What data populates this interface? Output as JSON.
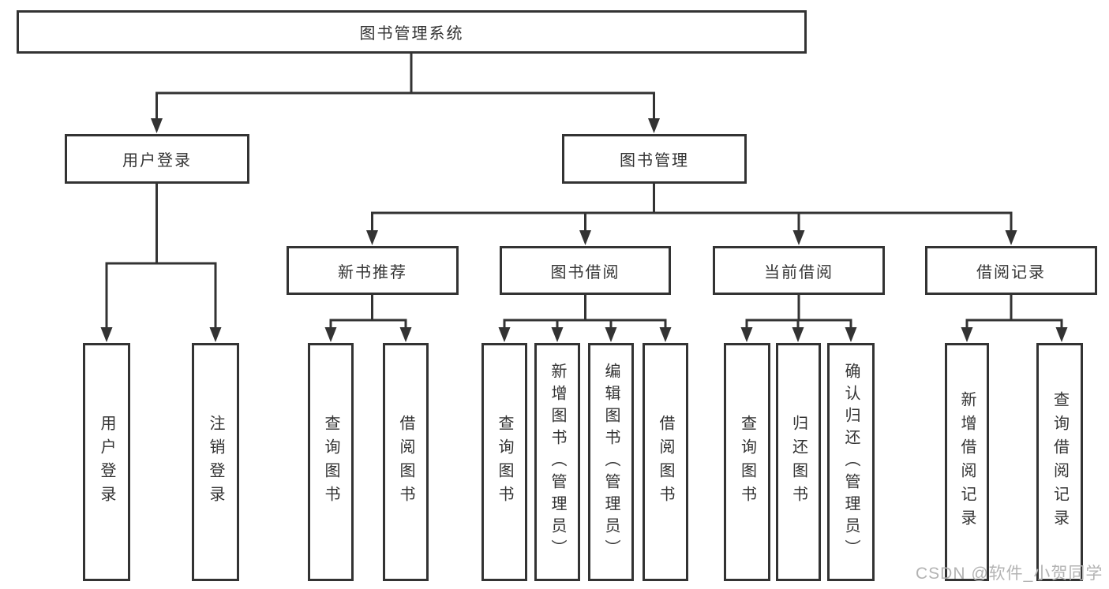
{
  "diagram": {
    "type": "hierarchy-tree",
    "watermark": "CSDN @软件_小贺同学",
    "colors": {
      "line": "#333333",
      "text": "#333333",
      "box_background": "#ffffff",
      "watermark": "#b3b3b3"
    },
    "tree": {
      "label": "图书管理系统",
      "children": [
        {
          "label": "用户登录",
          "children": [
            {
              "label": "用户登录"
            },
            {
              "label": "注销登录"
            }
          ]
        },
        {
          "label": "图书管理",
          "children": [
            {
              "label": "新书推荐",
              "children": [
                {
                  "label": "查询图书"
                },
                {
                  "label": "借阅图书"
                }
              ]
            },
            {
              "label": "图书借阅",
              "children": [
                {
                  "label": "查询图书"
                },
                {
                  "label": "新增图书（管理员）"
                },
                {
                  "label": "编辑图书（管理员）"
                },
                {
                  "label": "借阅图书"
                }
              ]
            },
            {
              "label": "当前借阅",
              "children": [
                {
                  "label": "查询图书"
                },
                {
                  "label": "归还图书"
                },
                {
                  "label": "确认归还（管理员）"
                }
              ]
            },
            {
              "label": "借阅记录",
              "children": [
                {
                  "label": "新增借阅记录"
                },
                {
                  "label": "查询借阅记录"
                }
              ]
            }
          ]
        }
      ]
    }
  }
}
